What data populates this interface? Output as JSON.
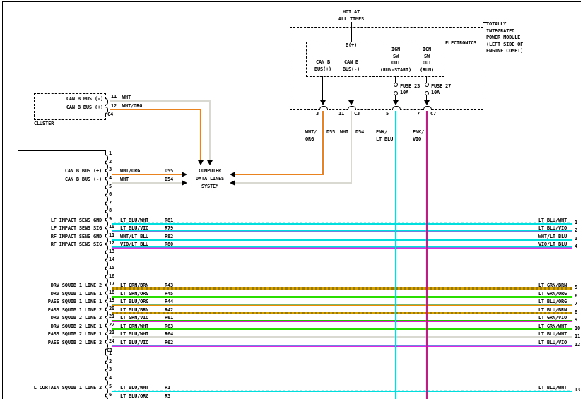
{
  "power_source_label": "HOT AT\nALL TIMES",
  "tipm": {
    "module_name": "TOTALLY\nINTEGRATED\nPOWER MODULE\n(LEFT SIDE OF\nENGINE COMPT)",
    "inner_box_label": "ELECTRONICS",
    "b_plus_label": "B(+)",
    "can_b_plus_label": "CAN B\nBUS(+)",
    "can_b_minus_label": "CAN B\nBUS(-)",
    "ign_run_start_label": "IGN\nSW\nOUT\n(RUN-START)",
    "ign_run_label": "IGN\nSW\nOUT\n(RUN)",
    "fuse1": {
      "name": "FUSE 23",
      "rating": "10A"
    },
    "fuse2": {
      "name": "FUSE 27",
      "rating": "10A"
    },
    "pins": {
      "p3": "3",
      "p11": "11",
      "c3": "C3",
      "p5": "5",
      "p7": "7",
      "c7": "C7"
    },
    "wire_labels": {
      "w3": "WHT/\nORG",
      "w3c": "D55",
      "w11": "WHT",
      "w11c": "D54",
      "w5": "PNK/\nLT BLU",
      "w7": "PNK/\nVIO"
    }
  },
  "cluster": {
    "title": "CLUSTER",
    "pin11": {
      "num": "11",
      "label": "CAN B BUS (-)",
      "wire": "WHT"
    },
    "pin12": {
      "num": "12",
      "label": "CAN B BUS (+)",
      "wire": "WHT/ORG"
    },
    "connector": "C4"
  },
  "cdls": {
    "label": "COMPUTER\nDATA LINES\nSYSTEM"
  },
  "orc": {
    "connector_c1": "C1",
    "main_pin_count": 24,
    "bottom_pin_count": 6,
    "can_rows": [
      {
        "pin": 3,
        "label": "CAN B BUS (+)",
        "color": "WHT/ORG",
        "circuit": "D55",
        "style": "ow"
      },
      {
        "pin": 4,
        "label": "CAN B BUS (-)",
        "color": "WHT",
        "circuit": "D54",
        "style": "ww"
      }
    ],
    "wire_rows": [
      {
        "conn": "main",
        "pin": 9,
        "label": "LF IMPACT SENS GND",
        "color": "LT BLU/WHT",
        "circuit": "R81",
        "right_color": "LT BLU/WHT",
        "terminal": "1",
        "style": "lw"
      },
      {
        "conn": "main",
        "pin": 10,
        "label": "LF IMPACT SENS SIG",
        "color": "LT BLU/VIO",
        "circuit": "R79",
        "right_color": "LT BLU/VIO",
        "terminal": "2",
        "style": "lv"
      },
      {
        "conn": "main",
        "pin": 11,
        "label": "RF IMPACT SENS GND",
        "color": "WHT/LT BLU",
        "circuit": "R82",
        "right_color": "WHT/LT BLU",
        "terminal": "3",
        "style": "lw"
      },
      {
        "conn": "main",
        "pin": 12,
        "label": "RF IMPACT SENS SIG",
        "color": "VIO/LT BLU",
        "circuit": "R80",
        "right_color": "VIO/LT BLU",
        "terminal": "4",
        "style": "lv"
      },
      {
        "conn": "main",
        "pin": 17,
        "label": "DRV SQUIB 1 LINE 2",
        "color": "LT GRN/BRN",
        "circuit": "R43",
        "right_color": "LT GRN/BRN",
        "terminal": "5",
        "style": "gb"
      },
      {
        "conn": "main",
        "pin": 18,
        "label": "DRV SQUIB 1 LINE 1",
        "color": "LT GRN/ORG",
        "circuit": "R45",
        "right_color": "LT GRN/ORG",
        "terminal": "6",
        "style": "gg"
      },
      {
        "conn": "main",
        "pin": 19,
        "label": "PASS SQUIB 1 LINE 1",
        "color": "LT BLU/ORG",
        "circuit": "R44",
        "right_color": "LT BLU/ORG",
        "terminal": "7",
        "style": "lo"
      },
      {
        "conn": "main",
        "pin": 20,
        "label": "PASS SQUIB 1 LINE 2",
        "color": "LT BLU/BRN",
        "circuit": "R42",
        "right_color": "LT BLU/BRN",
        "terminal": "8",
        "style": "gb"
      },
      {
        "conn": "main",
        "pin": 21,
        "label": "DRV SQUIB 2 LINE 2",
        "color": "LT GRN/VIO",
        "circuit": "R61",
        "right_color": "LT GRN/VIO",
        "terminal": "9",
        "style": "gv"
      },
      {
        "conn": "main",
        "pin": 22,
        "label": "DRV SQUIB 2 LINE 1",
        "color": "LT GRN/WHT",
        "circuit": "R63",
        "right_color": "LT GRN/WHT",
        "terminal": "10",
        "style": "gg"
      },
      {
        "conn": "main",
        "pin": 23,
        "label": "PASS SQUIB 2 LINE 1",
        "color": "LT BLU/WHT",
        "circuit": "R64",
        "right_color": "LT BLU/WHT",
        "terminal": "11",
        "style": "pale"
      },
      {
        "conn": "main",
        "pin": 24,
        "label": "PASS SQUIB 2 LINE 2",
        "color": "LT BLU/VIO",
        "circuit": "R62",
        "right_color": "LT BLU/VIO",
        "terminal": "12",
        "style": "lv"
      },
      {
        "conn": "bottom",
        "pin": 5,
        "label": "L CURTAIN SQUIB 1 LINE 2",
        "color": "LT BLU/WHT",
        "circuit": "R1",
        "right_color": "LT BLU/WHT",
        "terminal": "13",
        "style": "lw"
      },
      {
        "conn": "bottom",
        "pin": 6,
        "label": "",
        "color": "LT BLU/ORG",
        "circuit": "R3",
        "right_color": "",
        "terminal": "",
        "style": "none"
      }
    ]
  },
  "colors": {
    "orange_wire": "#e8831f",
    "white_wire": "#d9d9d2",
    "pnk_ltblu_wire": "#00dede",
    "pnk_vio_wire": "#ee0099"
  }
}
